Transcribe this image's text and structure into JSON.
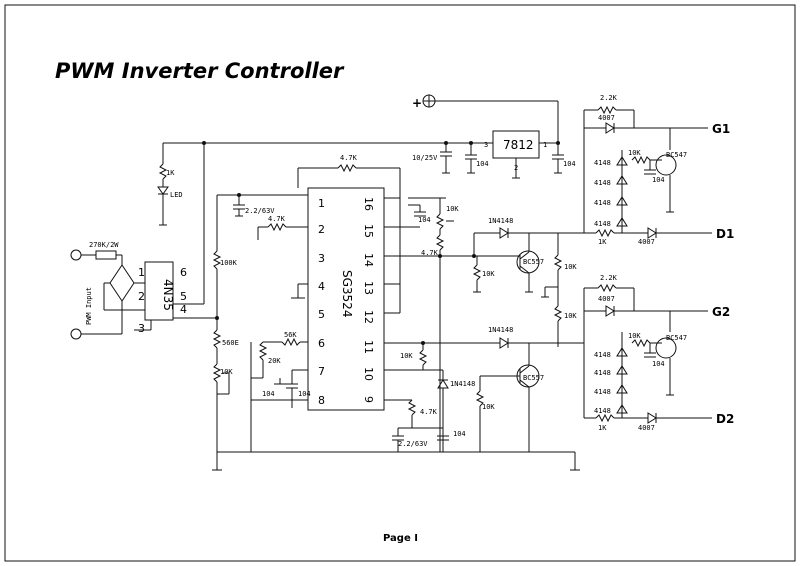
{
  "title": "PWM Inverter Controller",
  "footer": "Page I",
  "ic": {
    "name": "SG3524",
    "pins_left": [
      "1",
      "2",
      "3",
      "4",
      "5",
      "6",
      "7",
      "8"
    ],
    "pins_right": [
      "16",
      "15",
      "14",
      "13",
      "12",
      "11",
      "10",
      "9"
    ]
  },
  "optocoupler": {
    "name": "4N35",
    "pins": [
      "1",
      "2",
      "3",
      "4",
      "5",
      "6"
    ]
  },
  "regulator": {
    "name": "7812",
    "pins": [
      "3",
      "1",
      "2"
    ]
  },
  "supply": "+",
  "pwm_input": "PWM Input",
  "outputs": {
    "g1": "G1",
    "d1": "D1",
    "g2": "G2",
    "d2": "D2"
  },
  "components": {
    "r_input": "270K/2W",
    "r_led": "1K",
    "led": "LED",
    "r_100k": "100K",
    "r_560e": "560E",
    "pot_10k_left": "10K",
    "cap_2u2_top": "2.2/63V",
    "r_47k_pin2": "4.7K",
    "r_47k_top": "4.7K",
    "cap_10u": "10/25V",
    "cap_104_a": "104",
    "cap_104_b": "104",
    "r_56k": "56K",
    "pot_20k": "20K",
    "cap_104_c": "104",
    "cap_104_d": "104",
    "pot_10k_right": "10K",
    "cap_104_e": "104",
    "r_47k_right": "4.7K",
    "d_1n4148_a": "1N4148",
    "r_10k_a": "10K",
    "q_bc557_a": "BC557",
    "r_10k_b": "10K",
    "r_10k_c": "10K",
    "d_1n4148_b": "1N4148",
    "q_bc557_b": "BC557",
    "r_10k_d": "10K",
    "d_1n4148_c": "1N4148",
    "r_10k_e": "10K",
    "r_47k_bottom": "4.7K",
    "cap_2u2_bottom": "2.2/63V",
    "cap_104_f": "104",
    "r_2k2_top": "2.2K",
    "d_4007_top": "4007",
    "r_10k_g1": "10K",
    "q_bc547_top": "BC547",
    "d_4148_1": "4148",
    "d_4148_2": "4148",
    "d_4148_3": "4148",
    "d_4148_4": "4148",
    "cap_104_g": "104",
    "r_1k_top": "1K",
    "d_4007_d1": "4007",
    "r_2k2_bottom": "2.2K",
    "d_4007_bottom": "4007",
    "r_10k_g2": "10K",
    "q_bc547_bottom": "BC547",
    "d_4148_5": "4148",
    "d_4148_6": "4148",
    "d_4148_7": "4148",
    "d_4148_8": "4148",
    "cap_104_h": "104",
    "r_1k_bottom": "1K",
    "d_4007_d2": "4007"
  }
}
